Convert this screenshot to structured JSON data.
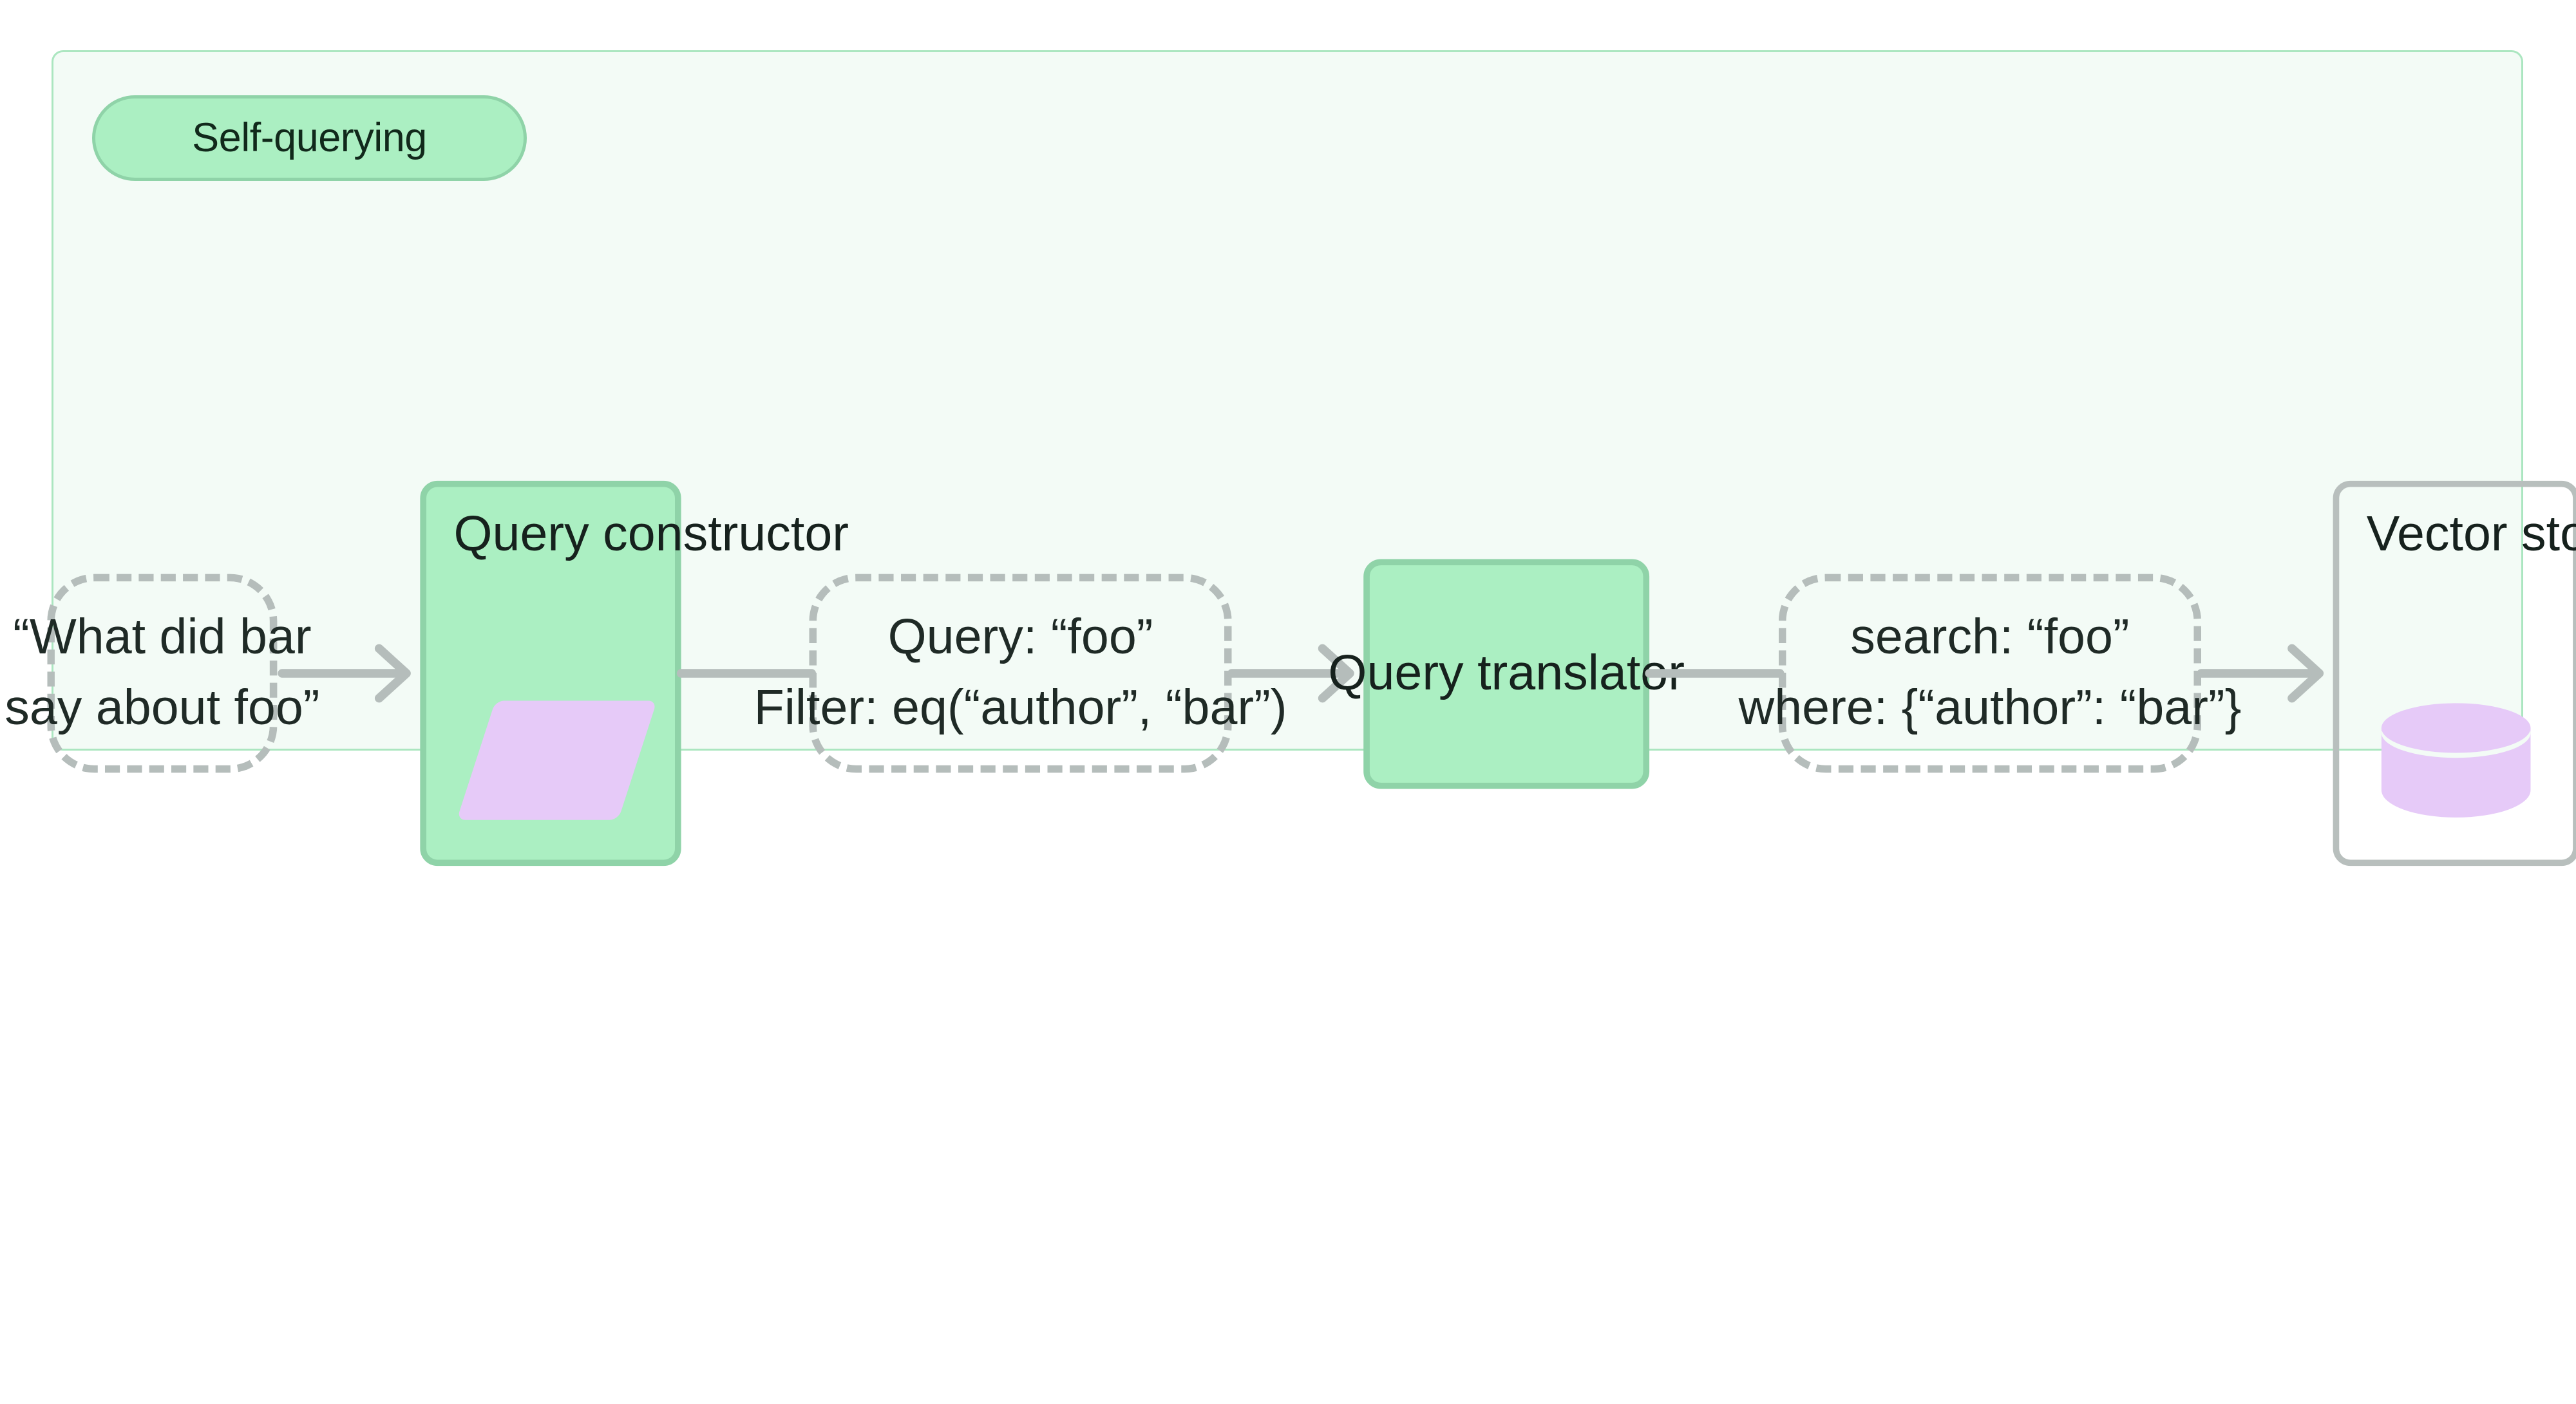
{
  "diagram": {
    "title": "Self-querying",
    "type": "flowchart",
    "background_color": "#f3fbf6",
    "accent_color": "#abefc2",
    "accent_border_color": "#8fd3a8",
    "glyph_color": "#e6caf8",
    "edge_color": "#b5bdbb",
    "nodes": [
      {
        "id": "user-question",
        "kind": "dashed-data",
        "lines": [
          "“What did bar",
          "say about foo”"
        ]
      },
      {
        "id": "query-constructor",
        "kind": "green-process",
        "label": "Query constructor",
        "label_position": "top-left",
        "glyph": "parallelogram-icon"
      },
      {
        "id": "structured-query",
        "kind": "dashed-data",
        "lines": [
          "Query: “foo”",
          "Filter: eq(“author”, “bar”)"
        ]
      },
      {
        "id": "query-translator",
        "kind": "green-process",
        "label": "Query translator",
        "label_position": "center"
      },
      {
        "id": "translated-query",
        "kind": "dashed-data",
        "lines": [
          "search: “foo”",
          "where: {“author”: “bar”}"
        ]
      },
      {
        "id": "vector-store",
        "kind": "plain-box",
        "label": "Vector store",
        "label_position": "top-left",
        "glyph": "database-cylinder-icon"
      }
    ],
    "edges": [
      {
        "id": "edge-1",
        "from": "user-question",
        "to": "query-constructor",
        "arrowhead": true
      },
      {
        "id": "edge-2",
        "from": "query-constructor",
        "to": "structured-query",
        "arrowhead": false
      },
      {
        "id": "edge-3",
        "from": "structured-query",
        "to": "query-translator",
        "arrowhead": true
      },
      {
        "id": "edge-4",
        "from": "query-translator",
        "to": "translated-query",
        "arrowhead": false
      },
      {
        "id": "edge-5",
        "from": "translated-query",
        "to": "vector-store",
        "arrowhead": true
      }
    ]
  }
}
